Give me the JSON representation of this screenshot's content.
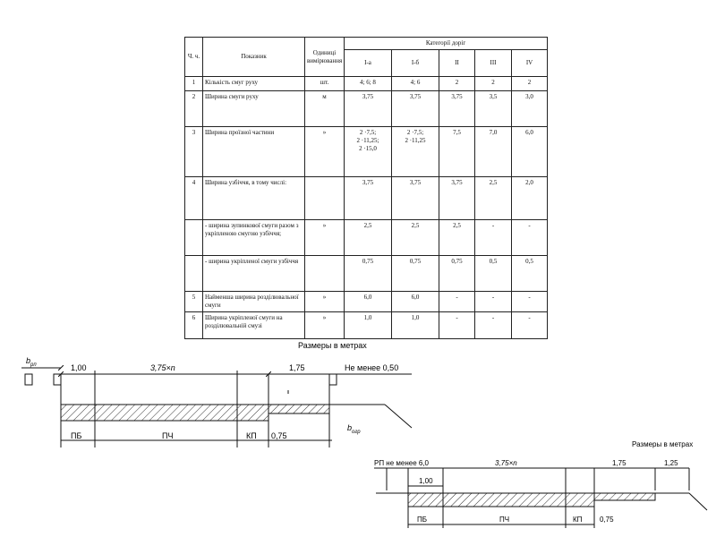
{
  "table": {
    "headers": {
      "num": "Ч. ч.",
      "indicator": "Показник",
      "unit": "Одиниці вимірювання",
      "categories_title": "Категорії доріг",
      "categories": [
        "I-а",
        "I-б",
        "II",
        "III",
        "IV"
      ]
    },
    "rows": [
      {
        "num": "1",
        "indicator": "Кількість смуг руху",
        "unit": "шт.",
        "values": [
          "4; 6; 8",
          "4; 6",
          "2",
          "2",
          "2"
        ]
      },
      {
        "num": "2",
        "indicator": "Ширина смуги руху",
        "unit": "м",
        "values": [
          "3,75",
          "3,75",
          "3,75",
          "3,5",
          "3,0"
        ]
      },
      {
        "num": "3",
        "indicator": "Ширина проїзної частини",
        "unit": "»",
        "values": [
          "2 ·7,5;\n2 ·11,25;\n2 ·15,0",
          "2 ·7,5;\n2 ·11,25",
          "7,5",
          "7,0",
          "6,0"
        ]
      },
      {
        "num": "4",
        "indicator": "Ширина узбіччя, в тому числі:",
        "unit": "",
        "values": [
          "3,75",
          "3,75",
          "3,75",
          "2,5",
          "2,0"
        ]
      },
      {
        "num": "",
        "indicator": "- ширина зупинкової смуги разом з укріпленою смугою узбіччя;",
        "unit": "»",
        "values": [
          "2,5",
          "2,5",
          "2,5",
          "-",
          "-"
        ]
      },
      {
        "num": "",
        "indicator": "- ширина укріпленої смуги узбіччя",
        "unit": "",
        "values": [
          "0,75",
          "0,75",
          "0,75",
          "0,5",
          "0,5"
        ]
      },
      {
        "num": "5",
        "indicator": "Найменша ширина розділювальної смуги",
        "unit": "»",
        "values": [
          "6,0",
          "6,0",
          "-",
          "-",
          "-"
        ]
      },
      {
        "num": "6",
        "indicator": "Ширина укріпленої смуги на розділювальній смузі",
        "unit": "»",
        "values": [
          "1,0",
          "1,0",
          "-",
          "-",
          "-"
        ]
      }
    ]
  },
  "diagram1": {
    "title": "Размеры в метрах",
    "b_rp": "b",
    "b_rp_sub": "рп",
    "dim_100": "1,00",
    "dim_375": "3,75×n",
    "dim_175": "1,75",
    "not_less": "Не менее 0,50",
    "pb": "ПБ",
    "pch": "ПЧ",
    "kp": "КП",
    "dim_075": "0,75",
    "b_ogr": "b",
    "b_ogr_sub": "огр"
  },
  "diagram2": {
    "title": "Размеры в метрах",
    "rp": "РП не менее 6,0",
    "dim_100": "1,00",
    "dim_375": "3,75×n",
    "dim_175": "1,75",
    "dim_125": "1,25",
    "pb": "ПБ",
    "pch": "ПЧ",
    "kp": "КП",
    "dim_075": "0,75"
  }
}
